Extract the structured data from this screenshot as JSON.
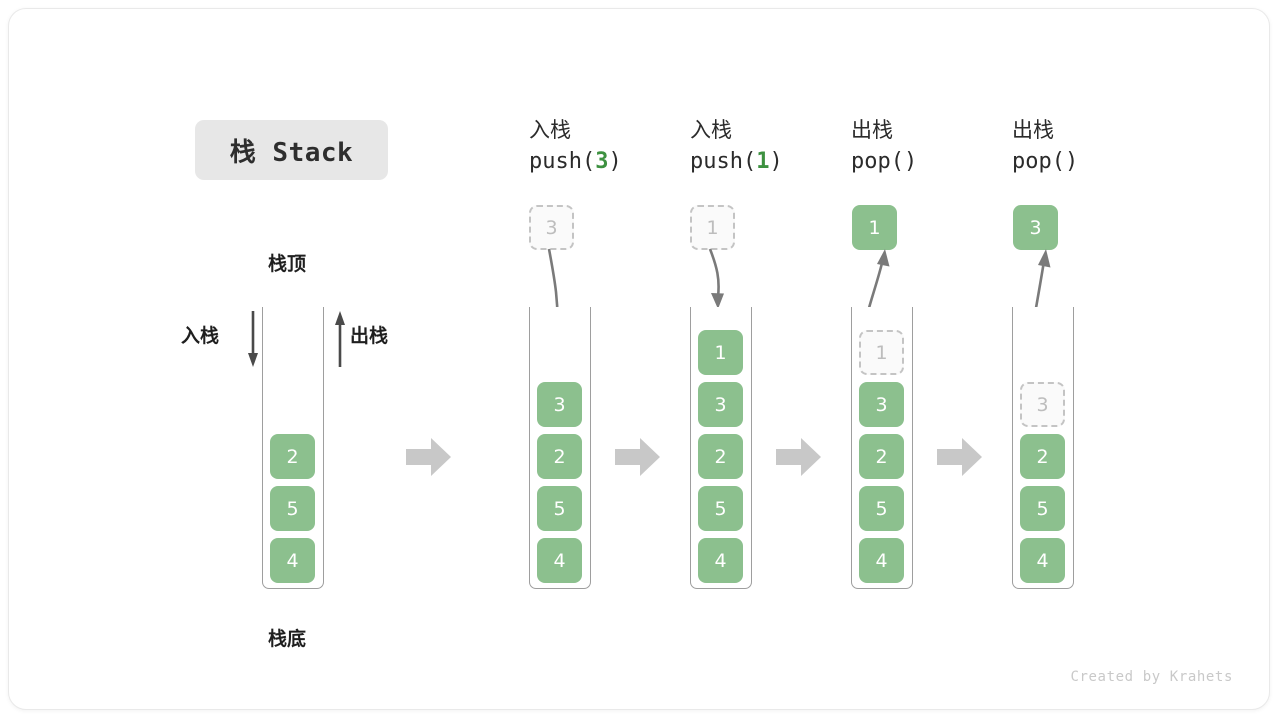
{
  "diagram": {
    "title": "栈 Stack",
    "footer": "Created by Krahets",
    "labels": {
      "top": "栈顶",
      "bottom": "栈底",
      "push_side": "入栈",
      "pop_side": "出栈"
    },
    "colors": {
      "cell_fill": "#8cc08e",
      "cell_text": "#ffffff",
      "ghost_fill": "#fafafa",
      "ghost_border": "#c4c4c4",
      "ghost_text": "#bdbdbd",
      "accent_green": "#3d9140",
      "frame_border": "#9e9e9e",
      "block_arrow": "#c8c8c8",
      "badge_bg": "#e7e7e7",
      "curve_arrow": "#7a7a7a",
      "side_arrow": "#4a4a4a"
    },
    "steps": [
      {
        "id": "initial",
        "op_cn": "",
        "op_code": "",
        "stack": [
          "2",
          "5",
          "4"
        ],
        "ghost": null,
        "float_cell": null
      },
      {
        "id": "push-3",
        "op_cn": "入栈",
        "op_code_prefix": "push(",
        "op_code_num": "3",
        "op_code_suffix": ")",
        "stack": [
          "3",
          "2",
          "5",
          "4"
        ],
        "ghost": {
          "value": "3",
          "position": "above-stack"
        },
        "arrow": "down"
      },
      {
        "id": "push-1",
        "op_cn": "入栈",
        "op_code_prefix": "push(",
        "op_code_num": "1",
        "op_code_suffix": ")",
        "stack": [
          "1",
          "3",
          "2",
          "5",
          "4"
        ],
        "ghost": {
          "value": "1",
          "position": "above-stack"
        },
        "arrow": "down"
      },
      {
        "id": "pop-1",
        "op_cn": "出栈",
        "op_code_prefix": "pop(",
        "op_code_num": "",
        "op_code_suffix": ")",
        "stack": [
          "3",
          "2",
          "5",
          "4"
        ],
        "ghost": {
          "value": "1",
          "position": "in-stack-slot-0"
        },
        "float_cell": {
          "value": "1"
        },
        "arrow": "up"
      },
      {
        "id": "pop-3",
        "op_cn": "出栈",
        "op_code_prefix": "pop(",
        "op_code_num": "",
        "op_code_suffix": ")",
        "stack": [
          "2",
          "5",
          "4"
        ],
        "ghost": {
          "value": "3",
          "position": "in-stack-slot-1"
        },
        "float_cell": {
          "value": "3"
        },
        "arrow": "up"
      }
    ]
  }
}
